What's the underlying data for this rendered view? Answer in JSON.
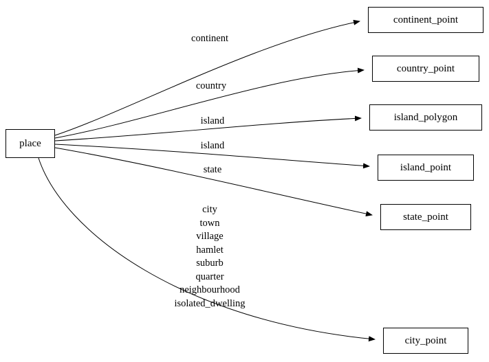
{
  "graph": {
    "title": "place relations diagram",
    "colors": {
      "background": "#ffffff",
      "node_border": "#000000",
      "edge": "#000000",
      "text": "#000000"
    },
    "source_node": {
      "label": "place"
    },
    "target_nodes": [
      {
        "label": "continent_point"
      },
      {
        "label": "country_point"
      },
      {
        "label": "island_polygon"
      },
      {
        "label": "island_point"
      },
      {
        "label": "state_point"
      },
      {
        "label": "city_point"
      }
    ],
    "edges": [
      {
        "from": "place",
        "to": "continent_point",
        "label": "continent"
      },
      {
        "from": "place",
        "to": "country_point",
        "label": "country"
      },
      {
        "from": "place",
        "to": "island_polygon",
        "label": "island"
      },
      {
        "from": "place",
        "to": "island_point",
        "label": "island"
      },
      {
        "from": "place",
        "to": "state_point",
        "label": "state"
      },
      {
        "from": "place",
        "to": "city_point",
        "label": "city town village hamlet suburb quarter neighbourhood isolated_dwelling",
        "label_lines": [
          "city",
          "town",
          "village",
          "hamlet",
          "suburb",
          "quarter",
          "neighbourhood",
          "isolated_dwelling"
        ]
      }
    ]
  }
}
